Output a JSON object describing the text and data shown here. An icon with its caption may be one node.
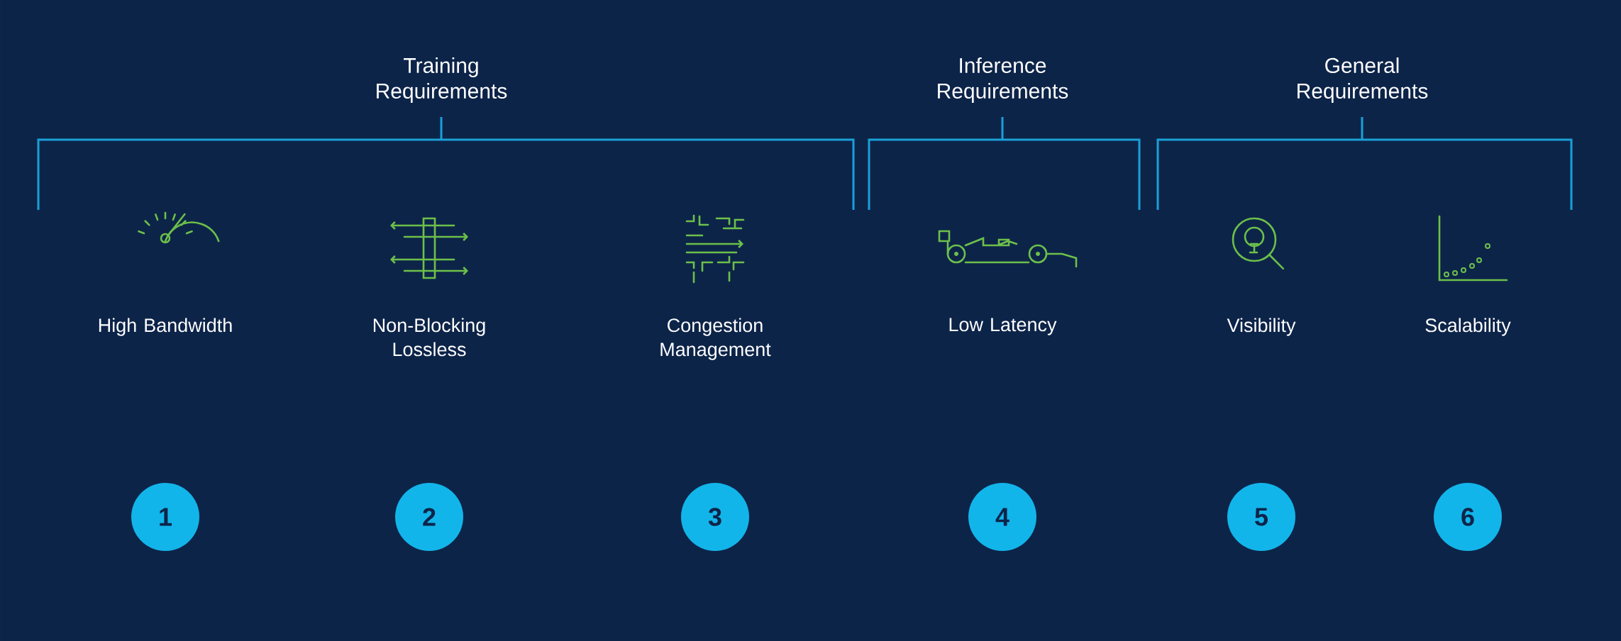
{
  "diagram": {
    "nodes": [
      {
        "text": [
          "1"
        ]
      },
      {
        "text": [
          "2"
        ]
      },
      {
        "text": [
          "3"
        ]
      },
      {
        "text": [
          "4"
        ]
      },
      {
        "text": [
          "5"
        ]
      },
      {
        "text": [
          "6"
        ]
      }
    ],
    "labels": [
      "Training Requirements",
      "Inference Requirements",
      "General Requirements",
      "High Bandwidth",
      "Non-Blocking Lossless",
      "Congestion Management",
      "Low Latency",
      "Visibility",
      "Scalability"
    ]
  }
}
